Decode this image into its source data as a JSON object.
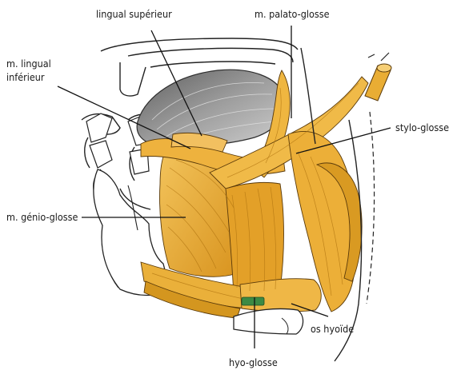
{
  "labels": {
    "lingual_superieur": "lingual supérieur",
    "palato_glosse": "m. palato-glosse",
    "lingual_inferieur_l1": "m. lingual",
    "lingual_inferieur_l2": "inférieur",
    "stylo_glosse": "stylo-glosse",
    "genio_glosse": "m. génio-glosse",
    "os_hyoide": "os hyoïde",
    "hyo_glosse": "hyo-glosse"
  },
  "colors": {
    "muscle": "#e7a628",
    "muscle_light": "#f2c25a",
    "muscle_dark": "#c5841a",
    "tongue": "#9a9a9a",
    "bone": "#ffffff",
    "green_mark": "#3c8a44"
  }
}
